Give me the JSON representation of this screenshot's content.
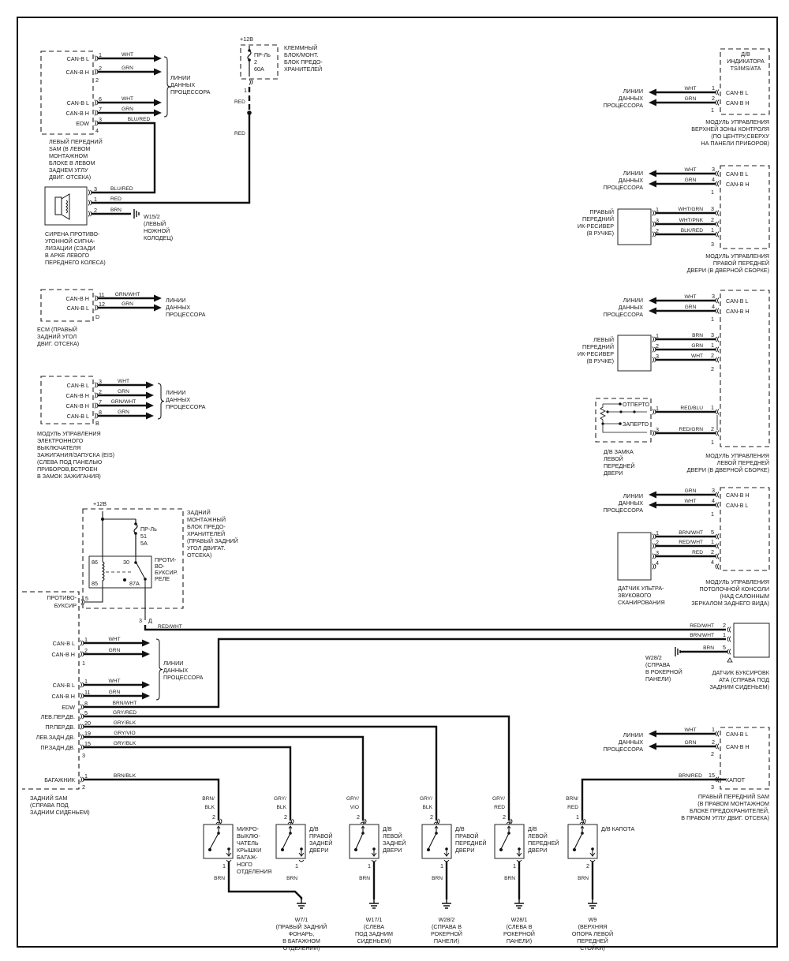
{
  "common": {
    "data_lines": [
      "ЛИНИИ",
      "ДАННЫХ",
      "ПРОЦЕССОРА"
    ]
  },
  "left_front_sam": {
    "label": [
      "ЛЕВЫЙ ПЕРЕДНИЙ",
      "SAM (В ЛЕВОМ",
      "МОНТАЖНОМ",
      "БЛОКЕ В ЛЕВОМ",
      "ЗАДНЕМ УГЛУ",
      "ДВИГ. ОТСЕКА)"
    ],
    "pins": [
      {
        "name": "CAN-B L",
        "pin": "1",
        "wire": "WHT"
      },
      {
        "name": "CAN-B H",
        "pin": "2",
        "wire": "GRN"
      },
      {
        "name": "CAN-B L",
        "pin": "6",
        "wire": "WHT"
      },
      {
        "name": "CAN-B H",
        "pin": "7",
        "wire": "GRN"
      },
      {
        "name": "EDW",
        "pin": "3",
        "wire": "BLU/RED"
      }
    ],
    "connectors": [
      "2",
      "4"
    ]
  },
  "terminal_block": {
    "supply": "+12В",
    "fuse": [
      "ПР-Ль",
      "2",
      "60А"
    ],
    "label": [
      "КЛЕММНЫЙ",
      "БЛОК/МОНТ.",
      "БЛОК ПРЕДО-",
      "ХРАНИТЕЛЕЙ"
    ],
    "pin": "1",
    "wire_labels": [
      "RED",
      "RED"
    ]
  },
  "siren": {
    "label": [
      "СИРЕНА ПРОТИВО-",
      "УГОННОЙ СИГНА-",
      "ЛИЗАЦИИ  (СЗАДИ",
      "В АРКЕ ЛЕВОГО",
      "ПЕРЕДНЕГО КОЛЕСА)"
    ],
    "pins": [
      {
        "pin": "3",
        "wire": "BLU/RED"
      },
      {
        "pin": "1",
        "wire": "RED"
      },
      {
        "pin": "2",
        "wire": "BRN"
      }
    ],
    "ground": [
      "W15/2",
      "(ЛЕВЫЙ",
      "НОЖНОЙ",
      "КОЛОДЕЦ)"
    ]
  },
  "ecm": {
    "label": [
      "ECM (ПРАВЫЙ",
      "ЗАДНИЙ УГОЛ",
      "ДВИГ. ОТСЕКА)"
    ],
    "pins": [
      {
        "name": "CAN-B H",
        "pin": "11",
        "wire": "GRN/WHT"
      },
      {
        "name": "CAN-B L",
        "pin": "12",
        "wire": "GRN"
      }
    ],
    "connector": "D"
  },
  "eis": {
    "label": [
      "МОДУЛЬ УПРАВЛЕНИЯ",
      "ЭЛЕКТРОННОГО",
      "ВЫКЛЮЧАТЕЛЯ",
      "ЗАЖИГАНИЯ/ЗАПУСКА (EIS)",
      "(СЛЕВА ПОД ПАНЕЛЬЮ",
      "ПРИБОРОВ,ВСТРОЕН",
      "В ЗАМОК ЗАЖИГАНИЯ)"
    ],
    "pins": [
      {
        "name": "CAN-B L",
        "pin": "3",
        "wire": "WHT"
      },
      {
        "name": "CAN-B H",
        "pin": "2",
        "wire": "GRN"
      },
      {
        "name": "CAN-B H",
        "pin": "7",
        "wire": "GRN/WHT"
      },
      {
        "name": "CAN-B L",
        "pin": "8",
        "wire": "GRN"
      }
    ],
    "connector": "B"
  },
  "rear_fuse_block": {
    "supply": "+12В",
    "fuse": [
      "ПР-Ль",
      "51",
      "5А"
    ],
    "label": [
      "ЗАДНИЙ",
      "МОНТАЖНЫЙ",
      "БЛОК ПРЕДО-",
      "ХРАНИТЕЛЕЙ",
      "(ПРАВЫЙ ЗАДНИЙ",
      "УГОЛ ДВИГАТ.",
      "ОТСЕКА)"
    ],
    "relay": {
      "label": [
        "ПРОТИ-",
        "ВО-",
        "БУКСИР.",
        "РЕЛЕ"
      ],
      "terminals": [
        "86",
        "30",
        "85",
        "87A"
      ]
    },
    "out_pins": [
      "3",
      "Д"
    ],
    "out_wire": "RED/WHT"
  },
  "rear_sam": {
    "label": [
      "ЗАДНИЙ SAM",
      "(СПРАВА ПОД",
      "ЗАДНИМ СИДЕНЬЕМ)"
    ],
    "tow_label": [
      "ПРОТИВО-",
      "БУКСИР"
    ],
    "tow_pin": "5",
    "pins": [
      {
        "name": "CAN-B L",
        "pin": "1",
        "wire": "WHT"
      },
      {
        "name": "CAN-B H",
        "pin": "2",
        "wire": "GRN"
      },
      {
        "name": "CAN-B L",
        "pin": "1",
        "wire": "WHT"
      },
      {
        "name": "CAN-B H",
        "pin": "11",
        "wire": "GRN"
      },
      {
        "name": "EDW",
        "pin": "8",
        "wire": "BRN/WHT"
      },
      {
        "name": "ЛЕВ.ПЕР.ДВ.",
        "pin": "5",
        "wire": "GRY/RED"
      },
      {
        "name": "ПР.ПЕР.ДВ.",
        "pin": "20",
        "wire": "GRY/BLK"
      },
      {
        "name": "ЛЕВ.ЗАДН.ДВ.",
        "pin": "19",
        "wire": "GRY/VIO"
      },
      {
        "name": "ПР.ЗАДН.ДВ.",
        "pin": "15",
        "wire": "GRY/BLK"
      },
      {
        "name": "БАГАЖНИК",
        "pin": "1",
        "wire": "BRN/BLK"
      }
    ],
    "connectors": [
      "1",
      "3",
      "2"
    ]
  },
  "tow_sensor": {
    "label": [
      "ДАТЧИК БУКСИРОВК",
      "АТА (СПРАВА ПОД",
      "ЗАДНИМ СИДЕНЬЕМ)"
    ],
    "pins": [
      {
        "pin": "2",
        "wire": "RED/WHT"
      },
      {
        "pin": "1",
        "wire": "BRN/WHT"
      },
      {
        "pin": "5",
        "wire": "BRN"
      }
    ],
    "ground": [
      "W28/2",
      "(СПРАВА",
      "В РОКЕРНОЙ",
      "ПАНЕЛИ)"
    ]
  },
  "switches": [
    {
      "label": [
        "МИКРО-",
        "ВЫКЛЮ-",
        "ЧАТЕЛЬ",
        "КРЫШКИ",
        "БАГАЖ-",
        "НОГО",
        "ОТДЕЛЕНИЯ"
      ],
      "top_wire": [
        "BRN/",
        "BLK"
      ],
      "top_pin": "2",
      "bottom_pin": "1",
      "bottom_wire": "BRN"
    },
    {
      "label": [
        "Д/В",
        "ПРАВОЙ",
        "ЗАДНЕЙ",
        "ДВЕРИ"
      ],
      "top_wire": [
        "GRY/",
        "BLK"
      ],
      "top_pin": "2",
      "bottom_pin": "1",
      "bottom_wire": "BRN"
    },
    {
      "label": [
        "Д/В",
        "ЛЕВОЙ",
        "ЗАДНЕЙ",
        "ДВЕРИ"
      ],
      "top_wire": [
        "GRY/",
        "VIO"
      ],
      "top_pin": "2",
      "bottom_pin": "1",
      "bottom_wire": "BRN"
    },
    {
      "label": [
        "Д/В",
        "ПРАВОЙ",
        "ПЕРЕДНЕЙ",
        "ДВЕРИ"
      ],
      "top_wire": [
        "GRY/",
        "BLK"
      ],
      "top_pin": "2",
      "bottom_pin": "1",
      "bottom_wire": "BRN"
    },
    {
      "label": [
        "Д/В",
        "ЛЕВОЙ",
        "ПЕРЕДНЕЙ",
        "ДВЕРИ"
      ],
      "top_wire": [
        "GRY/",
        "RED"
      ],
      "top_pin": "2",
      "bottom_pin": "1",
      "bottom_wire": "BRN"
    },
    {
      "label": [
        "Д/В КАПОТА"
      ],
      "top_wire": [
        "BRN/",
        "RED"
      ],
      "top_pin": "1",
      "bottom_pin": "2",
      "bottom_wire": "BRN"
    }
  ],
  "grounds": [
    [
      "W7/1",
      "(ПРАВЫЙ ЗАДНИЙ",
      "ФОНАРЬ,",
      "В БАГАЖНОМ",
      "ОТДЕЛЕНИИ)"
    ],
    [
      "W17/1",
      "(СЛЕВА",
      "ПОД ЗАДНИМ",
      "СИДЕНЬЕМ)"
    ],
    [
      "W28/2",
      "(СПРАВА В",
      "РОКЕРНОЙ",
      "ПАНЕЛИ)"
    ],
    [
      "W28/1",
      "(СЛЕВА В",
      "РОКЕРНОЙ",
      "ПАНЕЛИ)"
    ],
    [
      "W9",
      "(ВЕРХНЯЯ",
      "ОПОРА ЛЕВОЙ",
      "ПЕРЕДНЕЙ",
      "СТОЙКИ)"
    ]
  ],
  "upper_zone_module": {
    "title": [
      "Д/В",
      "ИНДИКАТОРА",
      "TS/IMS/ATA"
    ],
    "label": [
      "МОДУЛЬ УПРАВЛЕНИЯ",
      "ВЕРХНЕЙ ЗОНЫ КОНТРОЛЯ",
      "(ПО ЦЕНТРУ,СВЕРХУ",
      "НА ПАНЕЛИ  ПРИБОРОВ)"
    ],
    "pins": [
      {
        "name": "CAN-B L",
        "pin": "1",
        "wire": "WHT"
      },
      {
        "name": "CAN-B H",
        "pin": "2",
        "wire": "GRN"
      }
    ],
    "connector": "1"
  },
  "right_front_door_module": {
    "label": [
      "МОДУЛЬ УПРАВЛЕНИЯ",
      "ПРАВОЙ ПЕРЕДНЕЙ",
      "ДВЕРИ  (В ДВЕРНОЙ СБОРКЕ)"
    ],
    "pins": [
      {
        "name": "CAN-B L",
        "pin": "3",
        "wire": "WHT"
      },
      {
        "name": "CAN-B H",
        "pin": "4",
        "wire": "GRN"
      }
    ],
    "connector": "1",
    "ir": {
      "label": [
        "ПРАВЫЙ",
        "ПЕРЕДНИЙ",
        "ИК-РЕСИВЕР",
        "(В РУЧКЕ)"
      ],
      "wires": [
        {
          "a": "1",
          "wire": "WHT/GRN",
          "b": "3"
        },
        {
          "a": "3",
          "wire": "WHT/PNK",
          "b": "2"
        },
        {
          "a": "2",
          "wire": "BLK/RED",
          "b": "1"
        }
      ],
      "connector": "3"
    }
  },
  "left_front_door_module": {
    "label": [
      "МОДУЛЬ УПРАВЛЕНИЯ",
      "ЛЕВОЙ ПЕРЕДНЕЙ",
      "ДВЕРИ  (В ДВЕРНОЙ СБОРКЕ)"
    ],
    "pins": [
      {
        "name": "CAN-B L",
        "pin": "3",
        "wire": "WHT"
      },
      {
        "name": "CAN-B H",
        "pin": "4",
        "wire": "GRN"
      }
    ],
    "connector": "1",
    "ir": {
      "label": [
        "ЛЕВЫЙ",
        "ПЕРЕДНИЙ",
        "ИК-РЕСИВЕР",
        "(В РУЧКЕ)"
      ],
      "wires": [
        {
          "a": "1",
          "wire": "BRN",
          "b": "3"
        },
        {
          "a": "2",
          "wire": "GRN",
          "b": "1"
        },
        {
          "a": "3",
          "wire": "WHT",
          "b": "2"
        }
      ],
      "connector": "2"
    },
    "lock": {
      "label": [
        "Д/В ЗАМКА",
        "ЛЕВОЙ",
        "ПЕРЕДНЕЙ",
        "ДВЕРИ"
      ],
      "unlocked": "ОТПЕРТО",
      "locked": "ЗАПЕРТО",
      "wires": [
        {
          "a": "1",
          "wire": "RED/BLU",
          "b": "1"
        },
        {
          "a": "3",
          "wire": "RED/GRN",
          "b": "2"
        }
      ],
      "connector": "1"
    }
  },
  "overhead_console_module": {
    "label": [
      "МОДУЛЬ УПРАВЛЕНИЯ",
      "ПОТОЛОЧНОЙ КОНСОЛИ",
      "(НАД САЛОННЫМ",
      "ЗЕРКАЛОМ ЗАДНЕГО ВИДА)"
    ],
    "pins": [
      {
        "name": "CAN-B H",
        "pin": "3",
        "wire": "GRN"
      },
      {
        "name": "CAN-B L",
        "pin": "4",
        "wire": "WHT"
      }
    ],
    "connector": "1",
    "sensor": {
      "label": [
        "ДАТЧИК УЛЬТРА-",
        "ЗВУКОВОГО",
        "СКАНИРОВАНИЯ"
      ],
      "wires": [
        {
          "a": "1",
          "wire": "BRN/WHT",
          "b": "5"
        },
        {
          "a": "2",
          "wire": "RED/WHT",
          "b": "1"
        },
        {
          "a": "3",
          "wire": "RED",
          "b": "2"
        },
        {
          "a": "4",
          "wire": "",
          "b": "4"
        }
      ]
    }
  },
  "right_front_sam": {
    "label": [
      "ПРАВЫЙ ПЕРЕДНИЙ SAM",
      "(В ПРАВОМ МОНТАЖНОМ",
      "БЛОКЕ ПРЕДОХРАНИТЕЛЕЙ,",
      "В ПРАВОМ УГЛУ ДВИГ. ОТСЕКА)"
    ],
    "pins": [
      {
        "name": "CAN-B L",
        "pin": "1",
        "wire": "WHT"
      },
      {
        "name": "CAN-B H",
        "pin": "2",
        "wire": "GRN"
      },
      {
        "name": "КАПОТ",
        "pin": "15",
        "wire": "BRN/RED"
      }
    ],
    "connectors": [
      "2",
      "3"
    ]
  }
}
